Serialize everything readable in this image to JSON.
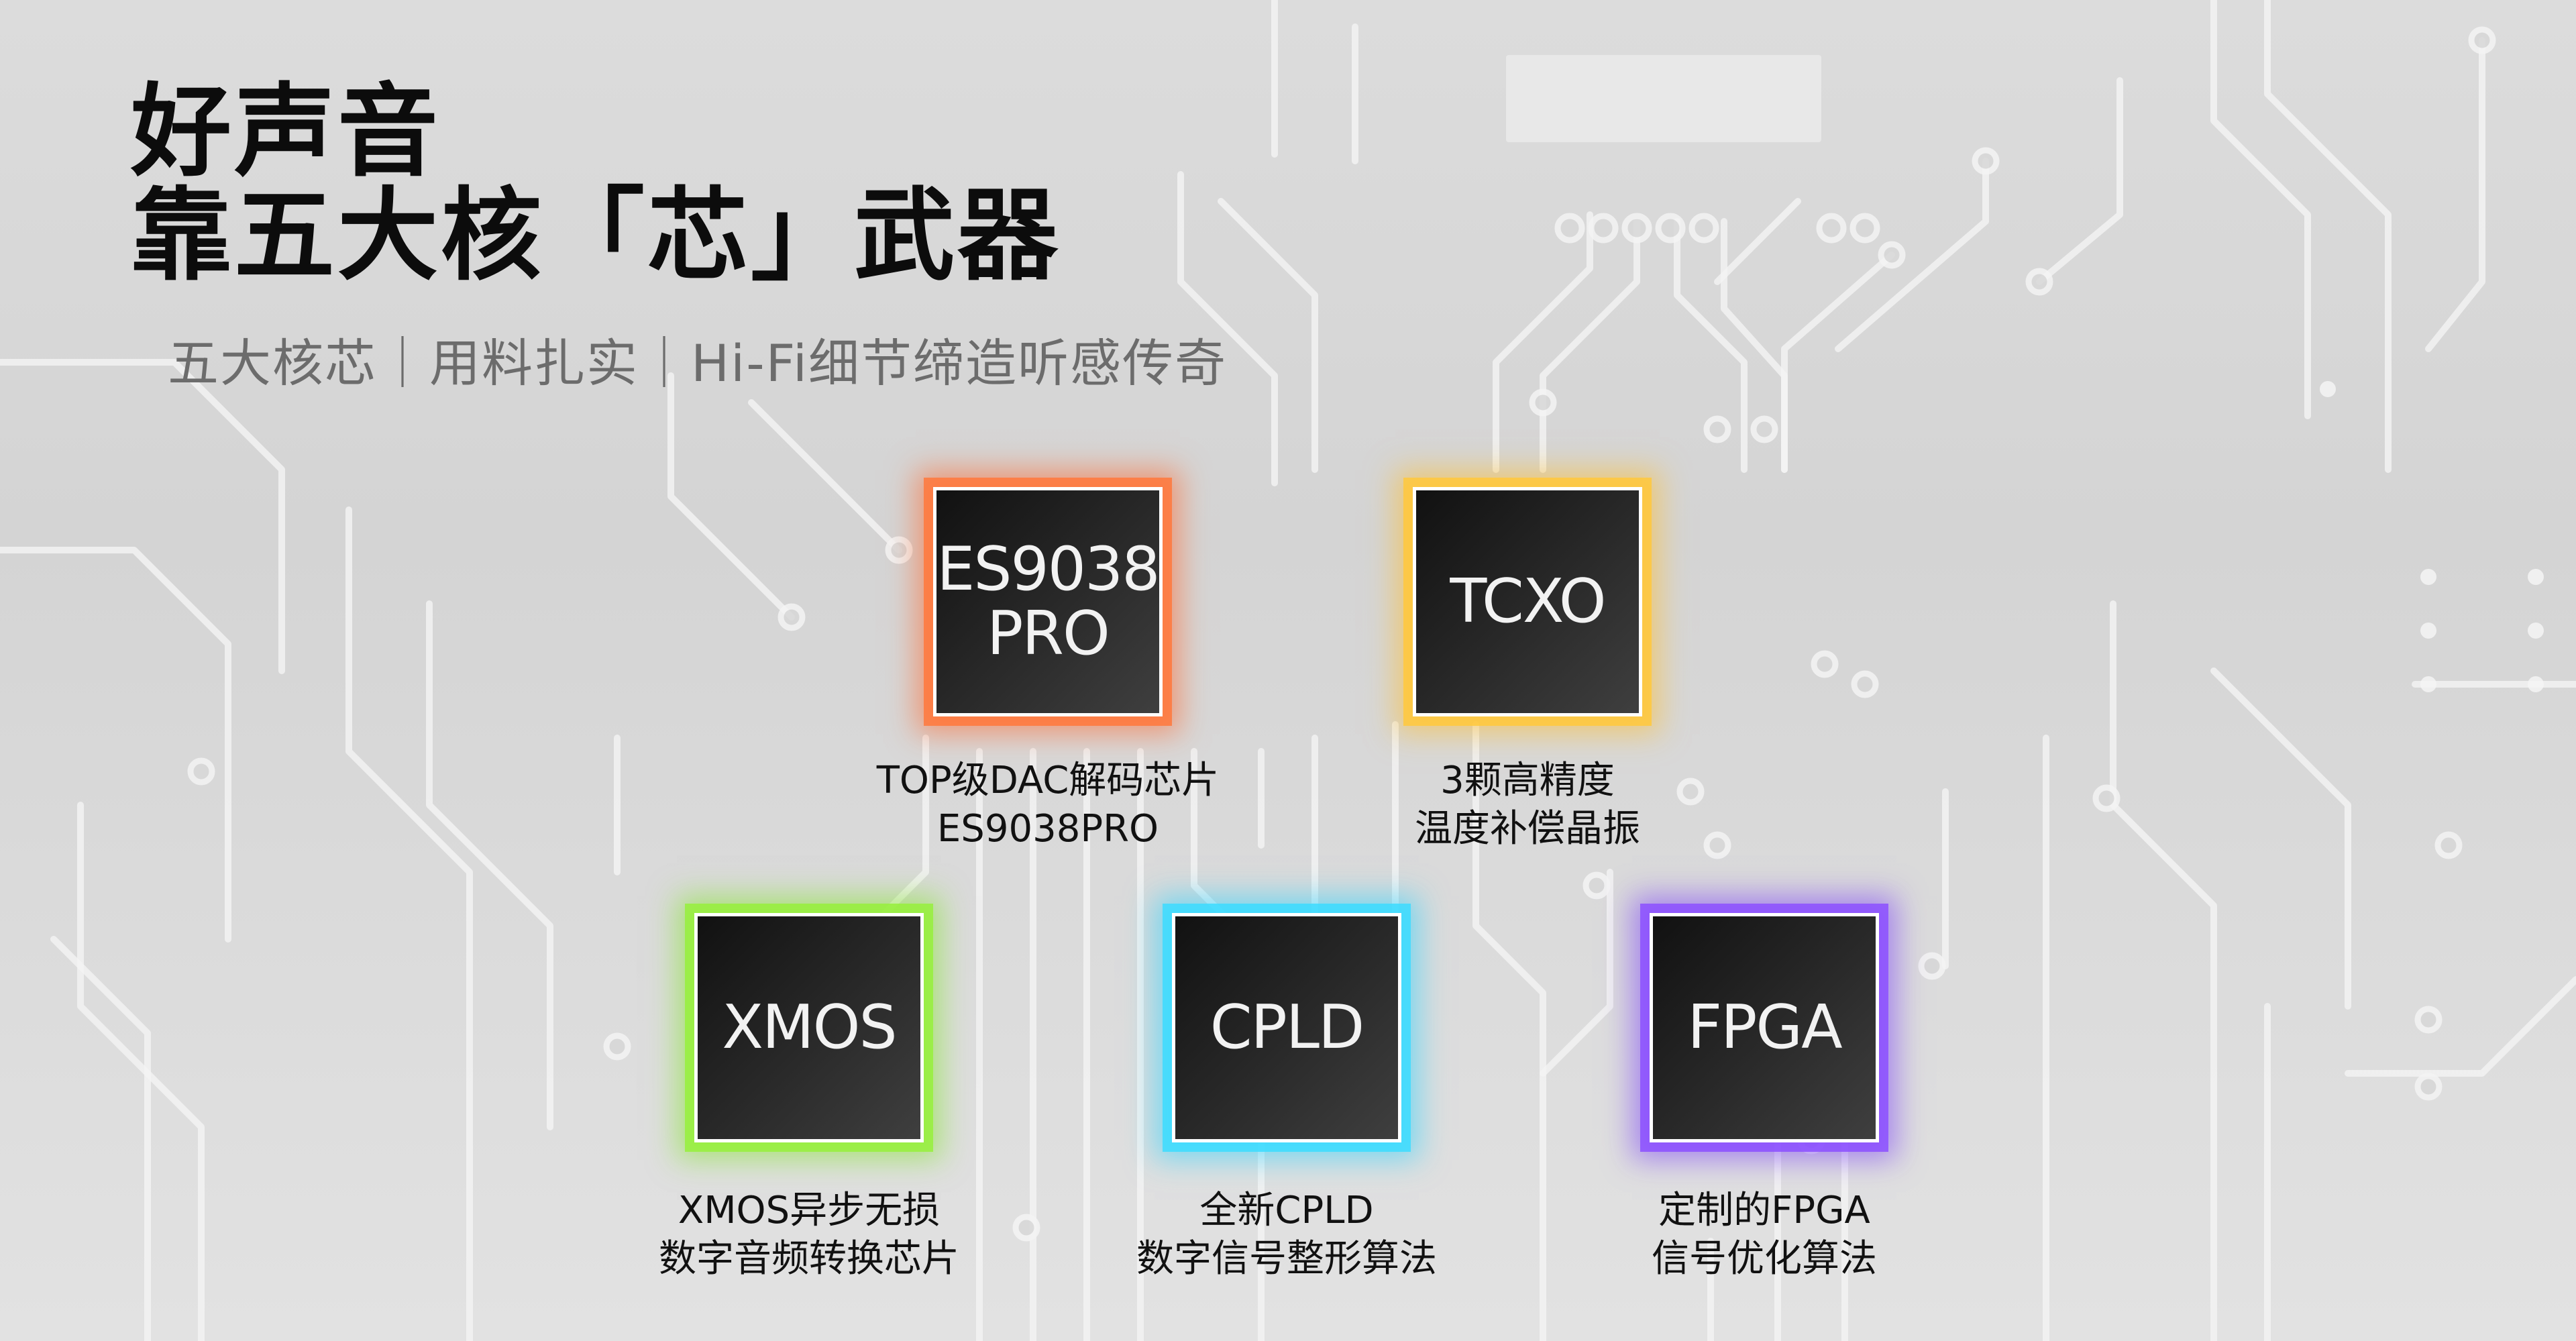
{
  "title": {
    "line1": "好声音",
    "line2": "靠五大核「芯」武器"
  },
  "subtitle": "五大核芯｜用料扎实｜Hi-Fi细节缔造听感传奇",
  "chips": [
    {
      "name": "ES9038\nPRO",
      "caption_line1": "TOP级DAC解码芯片",
      "caption_line2": "ES9038PRO",
      "glow_color": "#ff7a3c"
    },
    {
      "name": "TCXO",
      "caption_line1": "3颗高精度",
      "caption_line2": "温度补偿晶振",
      "glow_color": "#ffc83c"
    },
    {
      "name": "XMOS",
      "caption_line1": "XMOS异步无损",
      "caption_line2": "数字音频转换芯片",
      "glow_color": "#96f03c"
    },
    {
      "name": "CPLD",
      "caption_line1": "全新CPLD",
      "caption_line2": "数字信号整形算法",
      "glow_color": "#3cdcff"
    },
    {
      "name": "FPGA",
      "caption_line1": "定制的FPGA",
      "caption_line2": "信号优化算法",
      "glow_color": "#8c50ff"
    }
  ]
}
